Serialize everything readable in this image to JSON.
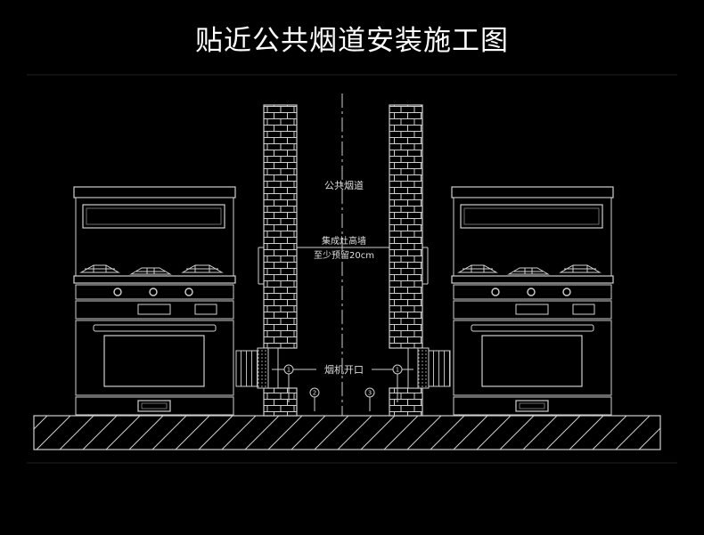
{
  "title": "贴近公共烟道安装施工图",
  "labels": {
    "flue": "公共烟道",
    "height_line1": "集成灶高墙",
    "height_line2": "至少预留20cm",
    "opening": "烟机开口"
  },
  "markers": [
    "1",
    "2",
    "1",
    "3"
  ],
  "colors": {
    "background": "#000000",
    "line": "#cfcfcf",
    "text": "#ffffff"
  }
}
